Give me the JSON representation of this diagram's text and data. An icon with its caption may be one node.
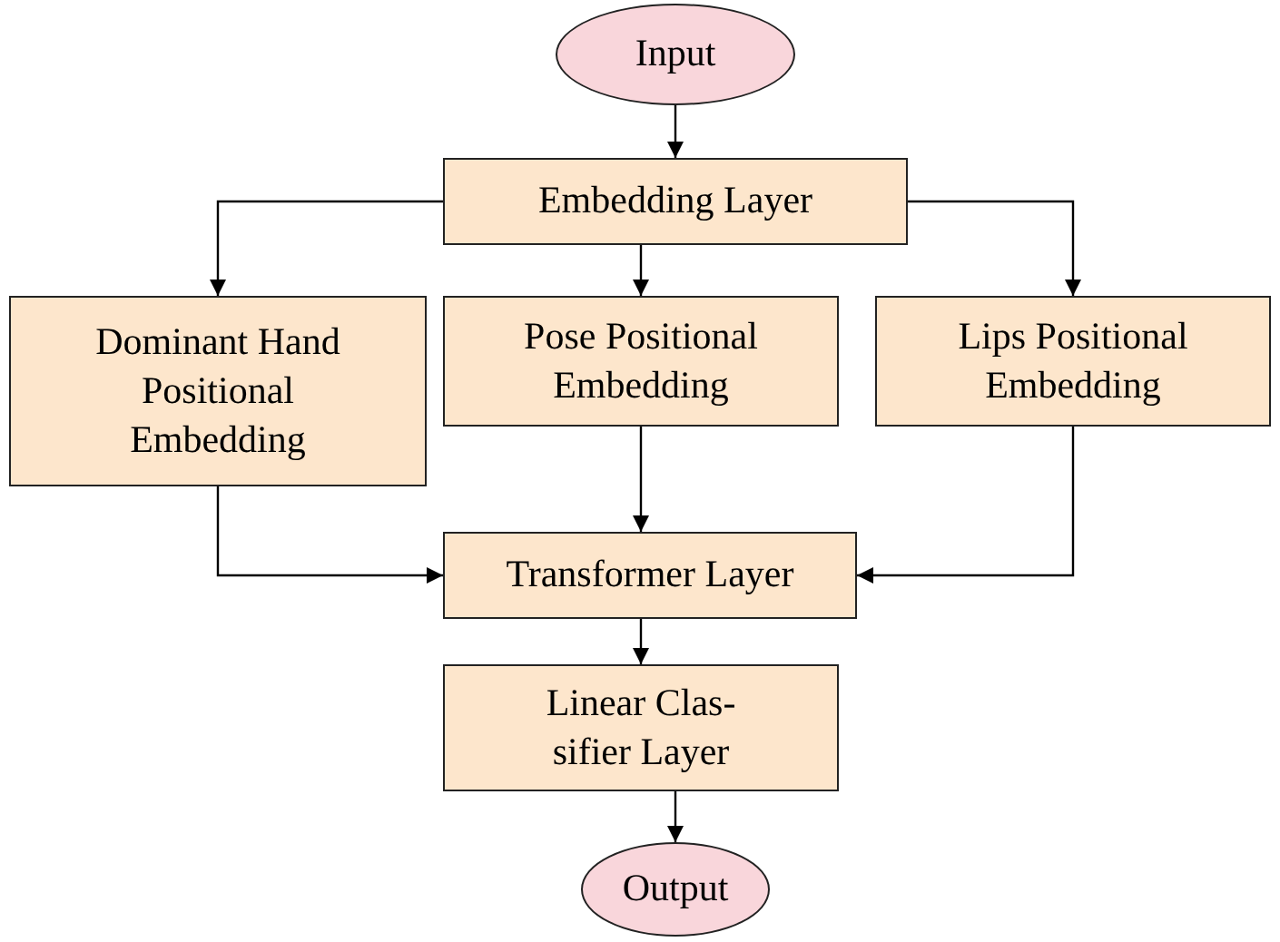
{
  "diagram": {
    "nodes": [
      {
        "text": [
          "Input"
        ]
      },
      {
        "text": [
          "Embedding Layer"
        ]
      },
      {
        "text": [
          "Dominant Hand Positional Embedding"
        ]
      },
      {
        "text": [
          "Pose Positional Embedding"
        ]
      },
      {
        "text": [
          "Lips Positional Embedding"
        ]
      },
      {
        "text": [
          "Transformer Layer"
        ]
      },
      {
        "text": [
          "Linear Clas- sifier Layer"
        ]
      },
      {
        "text": [
          "Output"
        ]
      }
    ],
    "edges": [
      {
        "from": 0,
        "to": 1,
        "arrow": "to"
      },
      {
        "from": 1,
        "to": 2,
        "arrow": "to"
      },
      {
        "from": 1,
        "to": 3,
        "arrow": "to"
      },
      {
        "from": 1,
        "to": 4,
        "arrow": "to"
      },
      {
        "from": 2,
        "to": 5,
        "arrow": "to"
      },
      {
        "from": 3,
        "to": 5,
        "arrow": "to"
      },
      {
        "from": 4,
        "to": 5,
        "arrow": "to"
      },
      {
        "from": 5,
        "to": 6,
        "arrow": "to"
      },
      {
        "from": 6,
        "to": 7,
        "arrow": "to"
      }
    ]
  }
}
